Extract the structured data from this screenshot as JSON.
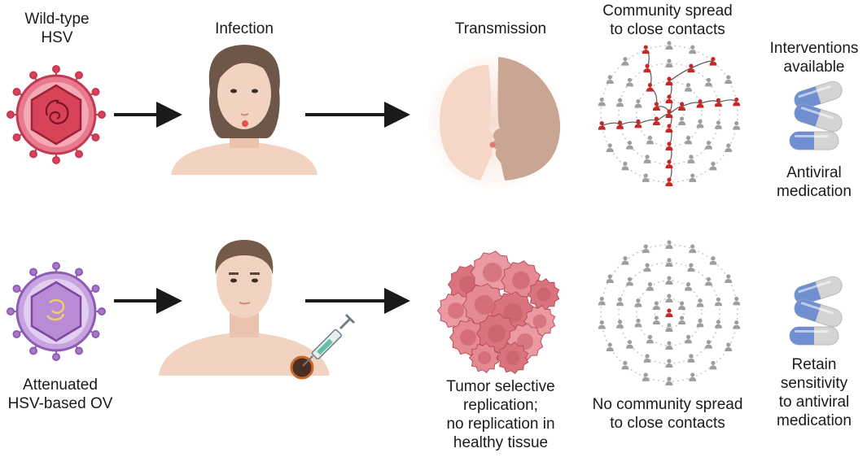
{
  "top_row": {
    "virus_label": [
      "Wild-type",
      "HSV"
    ],
    "stage1_label": "Infection",
    "stage2_label": "Transmission",
    "spread_label": [
      "Community spread",
      "to close contacts"
    ],
    "interventions_label": [
      "Interventions",
      "available"
    ],
    "treatment_label": [
      "Antiviral",
      "medication"
    ]
  },
  "bottom_row": {
    "virus_label": [
      "Attenuated",
      "HSV-based OV"
    ],
    "replication_label": [
      "Tumor selective",
      "replication;",
      "no replication in",
      "healthy tissue"
    ],
    "spread_label": [
      "No community spread",
      "to close contacts"
    ],
    "treatment_label": [
      "Retain",
      "sensitivity",
      "to antiviral",
      "medication"
    ]
  },
  "colors": {
    "wildtype_virus": "#d9435a",
    "ov_virus": "#a979c9",
    "infected_person": "#c62828",
    "healthy_person": "#9e9e9e",
    "arrow": "#1a1a1a",
    "capsule_blue": "#6f8fd0",
    "capsule_grey": "#d4d4d4",
    "tumor": "#e58a92",
    "skin": "#f2d3c2",
    "hair_female": "#6e5749",
    "hair_male": "#735a49"
  }
}
